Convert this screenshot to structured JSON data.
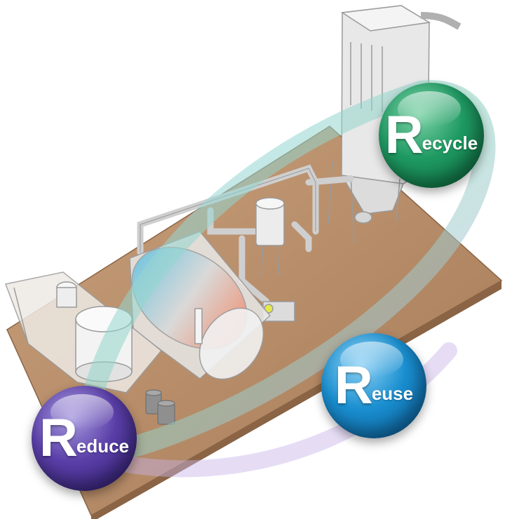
{
  "badges": {
    "recycle": {
      "initial": "R",
      "rest": "ecycle"
    },
    "reuse": {
      "initial": "R",
      "rest": "euse"
    },
    "reduce": {
      "initial": "R",
      "rest": "educe"
    }
  },
  "colors": {
    "recycle": "#1f9a63",
    "reuse": "#1a8fd0",
    "reduce": "#5a3fa8",
    "floor": "#b58a66"
  }
}
